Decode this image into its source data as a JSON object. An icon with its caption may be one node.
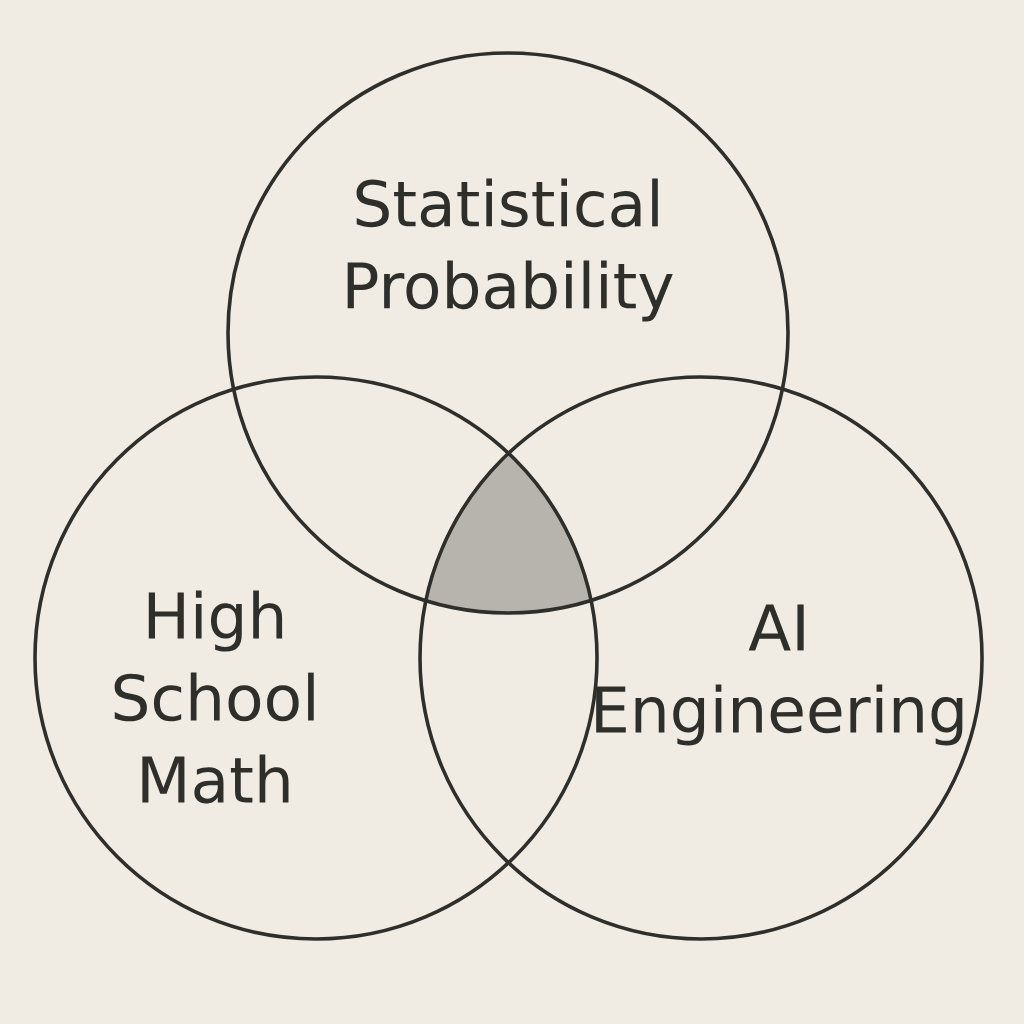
{
  "diagram": {
    "nodes": [
      {
        "text": [
          "Statistical Probability"
        ]
      },
      {
        "text": [
          "High School Math"
        ]
      },
      {
        "text": [
          "AI Engineering"
        ]
      },
      {
        "text": [],
        "shape": "triangle"
      }
    ]
  }
}
